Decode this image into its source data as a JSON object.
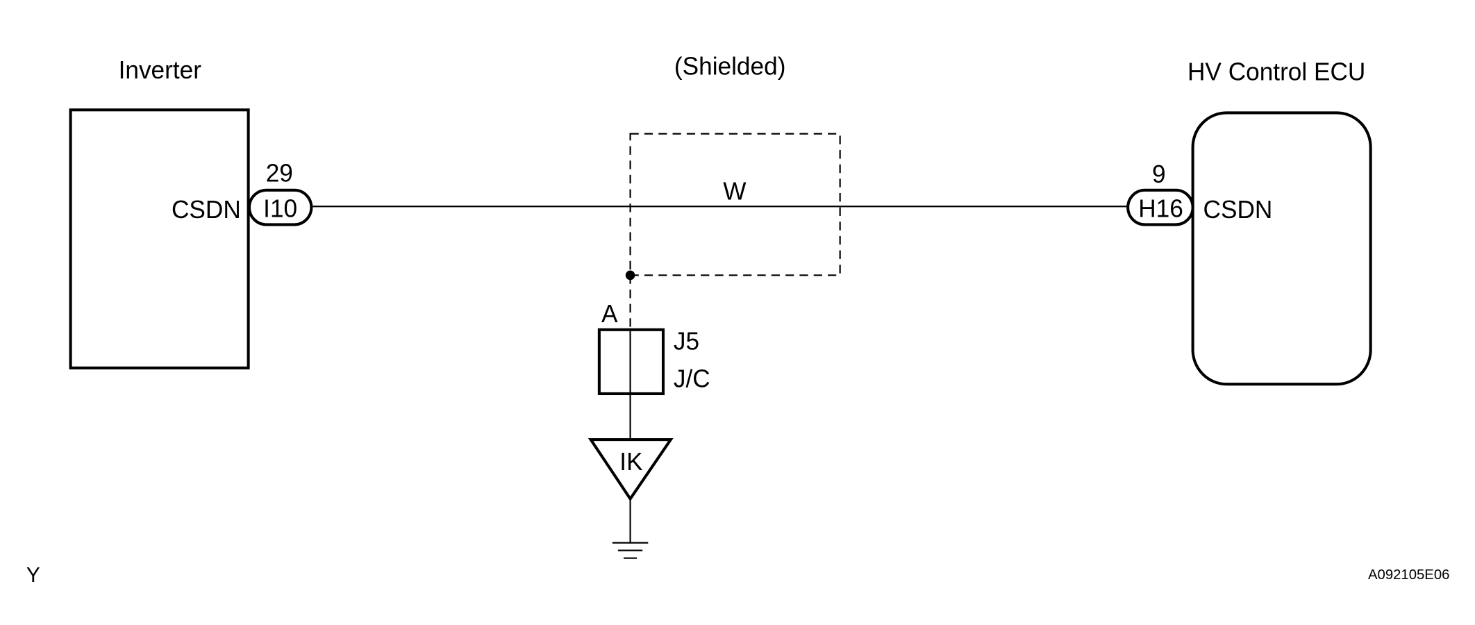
{
  "components": {
    "inverter": {
      "name": "Inverter",
      "terminal": "CSDN",
      "pin": "29",
      "connector": "I10"
    },
    "ecu": {
      "name": "HV Control ECU",
      "terminal": "CSDN",
      "pin": "9",
      "connector": "H16"
    }
  },
  "wire": {
    "color": "W",
    "shield_label": "(Shielded)"
  },
  "junction": {
    "pin": "A",
    "connector": "J5",
    "type": "J/C"
  },
  "ground": {
    "code": "IK"
  },
  "footer": {
    "left": "Y",
    "right": "A092105E06"
  },
  "colors": {
    "line": "#000000",
    "background": "#ffffff"
  }
}
